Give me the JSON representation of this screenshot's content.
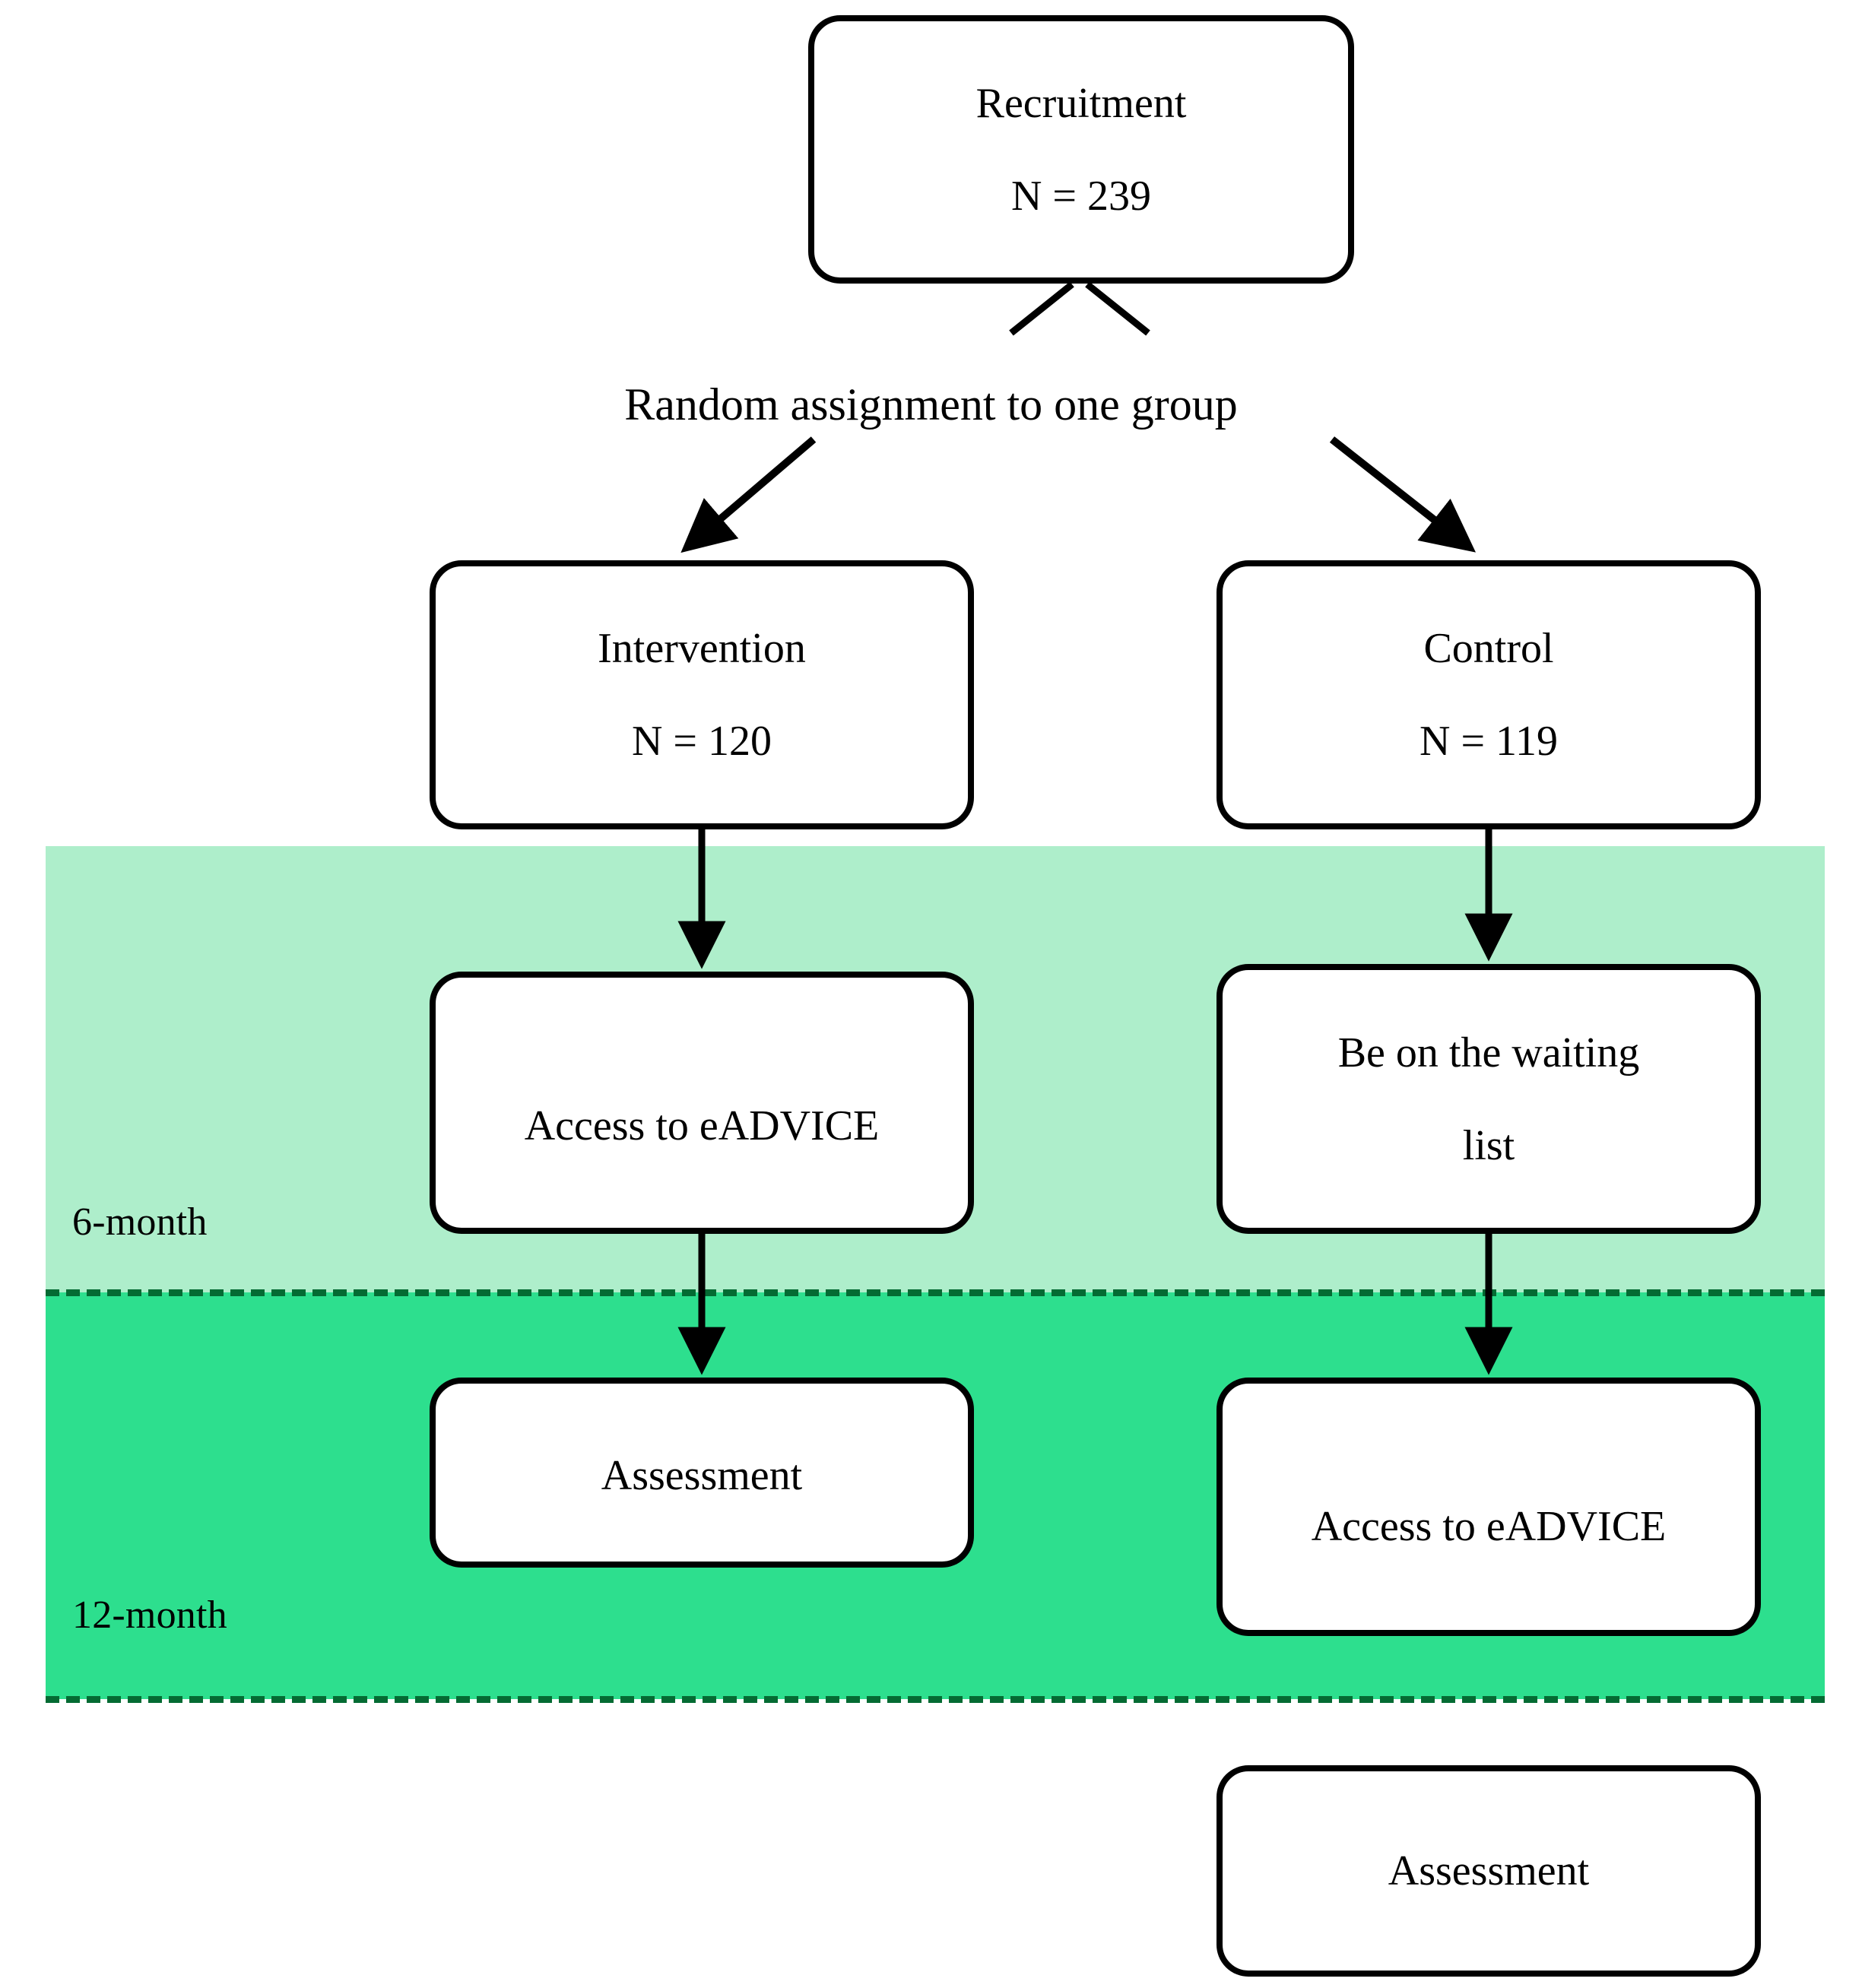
{
  "diagram": {
    "title": "eADVICE randomised controlled trial flow",
    "colors": {
      "band_6month": "#aeeecb",
      "band_12month": "#2ddf8e",
      "divider": "#046b33",
      "node_border": "#000000",
      "node_fill": "#ffffff",
      "text": "#000000"
    },
    "nodes": {
      "recruitment": {
        "title": "Recruitment",
        "count": "N = 239"
      },
      "intervention": {
        "title": "Intervention",
        "count": "N = 120"
      },
      "control": {
        "title": "Control",
        "count": "N = 119"
      },
      "access_eadvice_left": {
        "title": "Access to eADVICE"
      },
      "waiting_list": {
        "line1": "Be on the waiting",
        "line2": "list"
      },
      "assessment_left": {
        "title": "Assessment"
      },
      "access_eadvice_right": {
        "title": "Access to eADVICE"
      },
      "assessment_bottom": {
        "title": "Assessment"
      }
    },
    "annotations": {
      "random_assignment": "Random assignment to one group"
    },
    "bands": {
      "six_month_label": "6-month",
      "twelve_month_label": "12-month"
    }
  }
}
